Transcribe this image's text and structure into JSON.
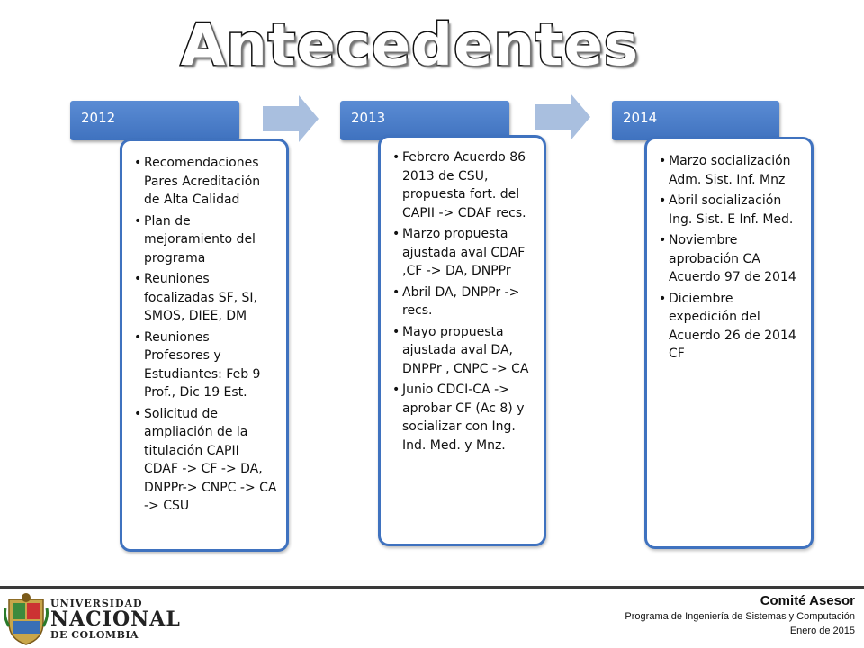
{
  "title": "Antecedentes",
  "columns": [
    {
      "year": "2012",
      "items": [
        "Recomendaciones Pares Acreditación de Alta Calidad",
        "Plan de mejoramiento del programa",
        "Reuniones focalizadas SF, SI, SMOS, DIEE, DM",
        "Reuniones Profesores y Estudiantes: Feb 9 Prof., Dic 19 Est.",
        "Solicitud de ampliación de la titulación CAPII CDAF -> CF -> DA, DNPPr-> CNPC -> CA -> CSU"
      ]
    },
    {
      "year": "2013",
      "items": [
        "Febrero Acuerdo 86 2013 de CSU, propuesta fort. del CAPII -> CDAF recs.",
        "Marzo propuesta ajustada aval CDAF ,CF -> DA, DNPPr",
        "Abril DA, DNPPr -> recs.",
        "Mayo propuesta ajustada aval DA, DNPPr , CNPC -> CA",
        "Junio CDCI-CA -> aprobar CF (Ac 8) y socializar con Ing. Ind. Med. y Mnz."
      ]
    },
    {
      "year": "2014",
      "items": [
        "Marzo socialización Adm. Sist. Inf. Mnz",
        "Abril socialización Ing. Sist. E Inf. Med.",
        "Noviembre aprobación CA Acuerdo 97 de 2014",
        "Diciembre expedición del Acuerdo 26 de 2014 CF"
      ]
    }
  ],
  "footer": {
    "logo_line1": "UNIVERSIDAD",
    "logo_line2": "NACIONAL",
    "logo_line3": "DE COLOMBIA",
    "committee": "Comité Asesor",
    "program": "Programa de Ingeniería de Sistemas y Computación",
    "date": "Enero de 2015"
  },
  "colors": {
    "bar": "#3f72bf",
    "arrow": "#a9bfdf"
  }
}
